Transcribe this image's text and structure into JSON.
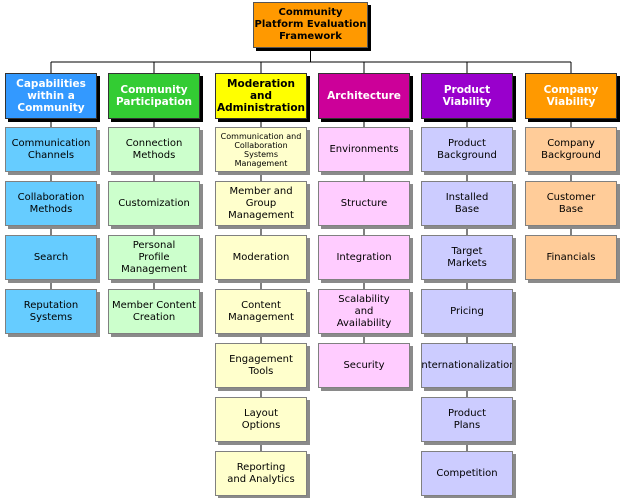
{
  "root": {
    "label": "Community\nPlatform Evaluation\nFramework",
    "color": "#FF9900"
  },
  "columns": [
    {
      "label": "Capabilities\nwithin a\nCommunity",
      "color": "#3399FF",
      "textColor": "#FFFFFF",
      "childColor": "#66CCFF",
      "items": [
        "Communication\nChannels",
        "Collaboration\nMethods",
        "Search",
        "Reputation\nSystems"
      ]
    },
    {
      "label": "Community\nParticipation",
      "color": "#33CC33",
      "textColor": "#FFFFFF",
      "childColor": "#CCFFCC",
      "items": [
        "Connection\nMethods",
        "Customization",
        "Personal\nProfile\nManagement",
        "Member Content\nCreation"
      ]
    },
    {
      "label": "Moderation\nand\nAdministration",
      "color": "#FFFF00",
      "textColor": "#000000",
      "childColor": "#FFFFCC",
      "items": [
        "Communication and\nCollaboration\nSystems\nManagement",
        "Member and\nGroup\nManagement",
        "Moderation",
        "Content\nManagement",
        "Engagement\nTools",
        "Layout\nOptions",
        "Reporting\nand Analytics"
      ]
    },
    {
      "label": "Architecture",
      "color": "#CC0099",
      "textColor": "#FFFFFF",
      "childColor": "#FFCCFF",
      "items": [
        "Environments",
        "Structure",
        "Integration",
        "Scalability\nand\nAvailability",
        "Security"
      ]
    },
    {
      "label": "Product\nViability",
      "color": "#9900CC",
      "textColor": "#FFFFFF",
      "childColor": "#CCCCFF",
      "items": [
        "Product\nBackground",
        "Installed\nBase",
        "Target\nMarkets",
        "Pricing",
        "Internationalization",
        "Product\nPlans",
        "Competition"
      ]
    },
    {
      "label": "Company\nViability",
      "color": "#FF9900",
      "textColor": "#FFFFFF",
      "childColor": "#FFCC99",
      "items": [
        "Company\nBackground",
        "Customer\nBase",
        "Financials"
      ]
    }
  ]
}
